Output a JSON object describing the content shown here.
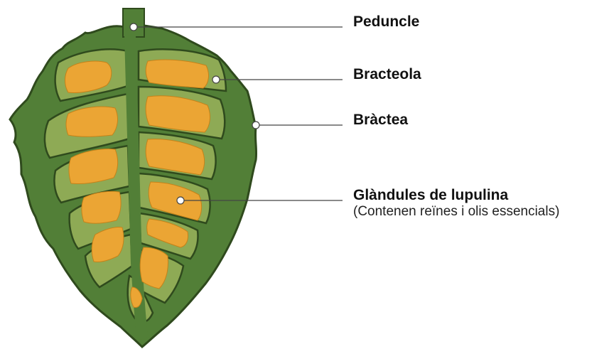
{
  "colors": {
    "outer_leaf": "#527f37",
    "outer_outline": "#2f4a1d",
    "bracteole": "#8eaa55",
    "lupulin": "#eba534",
    "lupulin_outline": "#c58219",
    "leader_line": "#444444"
  },
  "labels": {
    "peduncle": {
      "title": "Peduncle"
    },
    "bracteole": {
      "title": "Bracteola"
    },
    "bract": {
      "title": "Bràctea"
    },
    "lupulin_glands": {
      "title": "Glàndules de lupulina",
      "subtitle": "(Contenen reïnes i olis essencials)"
    }
  }
}
